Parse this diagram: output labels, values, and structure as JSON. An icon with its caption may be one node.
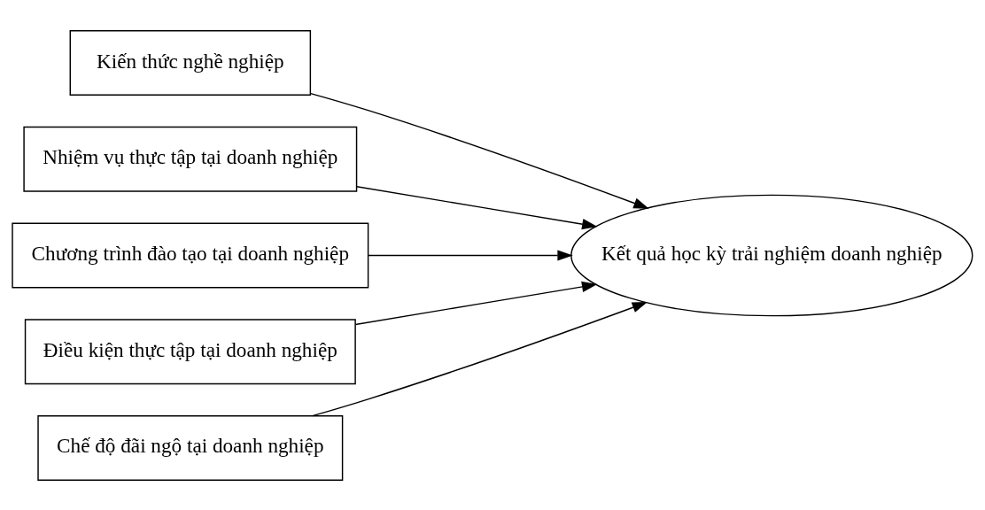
{
  "diagram": {
    "nodes": [
      {
        "text": [
          "Kiến thức nghề nghiệp"
        ]
      },
      {
        "text": [
          "Nhiệm vụ thực tập tại doanh nghiệp"
        ]
      },
      {
        "text": [
          "Chương trình đào tạo tại doanh nghiệp"
        ]
      },
      {
        "text": [
          "Điều kiện thực tập tại doanh nghiệp"
        ]
      },
      {
        "text": [
          "Chế độ đãi ngộ tại doanh nghiệp"
        ]
      },
      {
        "text": [
          "Kết quả học kỳ trải nghiệm doanh nghiệp"
        ]
      }
    ],
    "edges": [
      {
        "from": 0,
        "to": 5,
        "arrow": "to"
      },
      {
        "from": 1,
        "to": 5,
        "arrow": "to"
      },
      {
        "from": 2,
        "to": 5,
        "arrow": "to"
      },
      {
        "from": 3,
        "to": 5,
        "arrow": "to"
      },
      {
        "from": 4,
        "to": 5,
        "arrow": "to"
      }
    ]
  }
}
